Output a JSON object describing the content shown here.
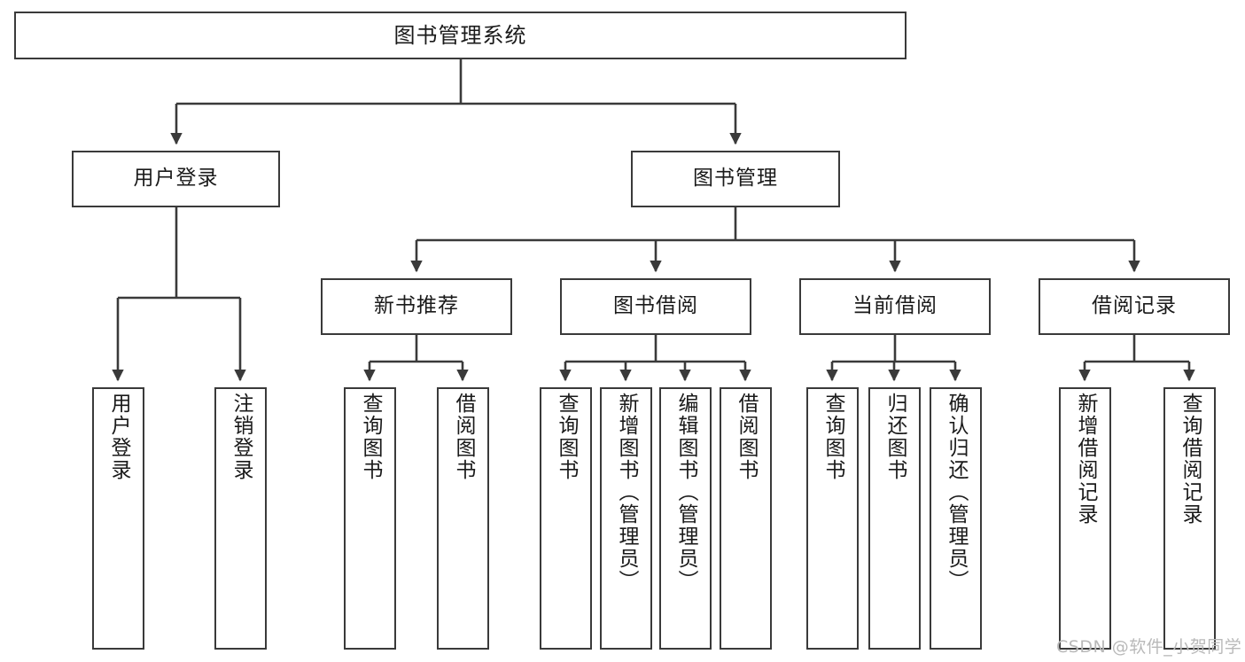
{
  "diagram": {
    "title": "图书管理系统",
    "type": "tree-hierarchy-chart",
    "watermark": "CSDN @软件_小贺同学",
    "colors": {
      "stroke": "#3a3a3a",
      "fill": "#ffffff",
      "text": "#1a1a1a",
      "watermark": "#b9b9b9"
    },
    "levels": {
      "root": {
        "label": "图书管理系统"
      },
      "level1": [
        {
          "label": "用户登录"
        },
        {
          "label": "图书管理"
        }
      ],
      "level2": [
        {
          "label": "新书推荐"
        },
        {
          "label": "图书借阅"
        },
        {
          "label": "当前借阅"
        },
        {
          "label": "借阅记录"
        }
      ]
    },
    "leaves": {
      "user_login": [
        {
          "label": "用户登录"
        },
        {
          "label": "注销登录"
        }
      ],
      "new_book_recommend": [
        {
          "label": "查询图书"
        },
        {
          "label": "借阅图书"
        }
      ],
      "book_borrow": [
        {
          "label": "查询图书"
        },
        {
          "label": "新增图书（管理员）"
        },
        {
          "label": "编辑图书（管理员）"
        },
        {
          "label": "借阅图书"
        }
      ],
      "current_borrow": [
        {
          "label": "查询图书"
        },
        {
          "label": "归还图书"
        },
        {
          "label": "确认归还（管理员）"
        }
      ],
      "borrow_record": [
        {
          "label": "新增借阅记录"
        },
        {
          "label": "查询借阅记录"
        }
      ]
    }
  }
}
